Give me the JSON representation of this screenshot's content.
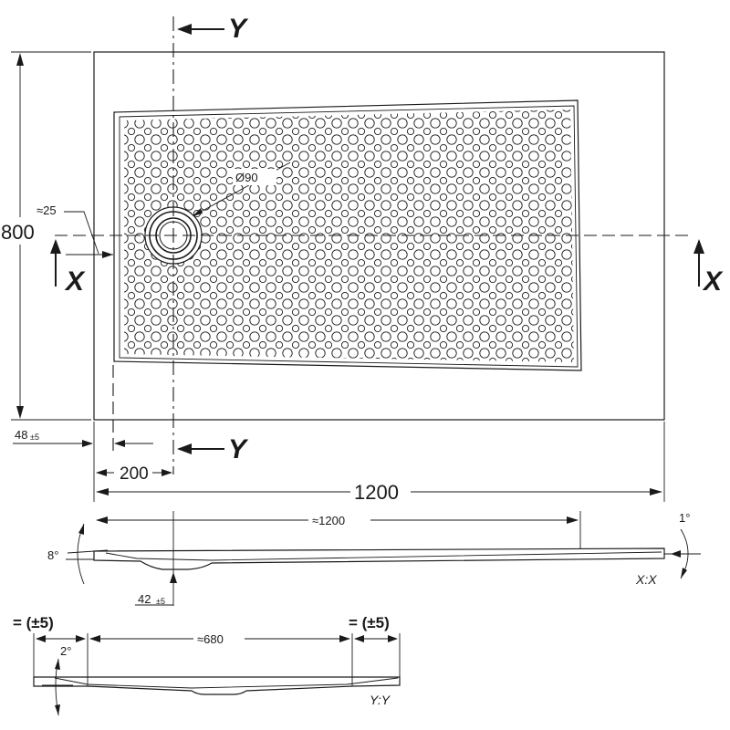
{
  "drawing": {
    "outer_height": "800",
    "outer_width": "1200",
    "edge_offset": "48",
    "edge_offset_tol": "±5",
    "drain_inset": "≈25",
    "drain_center_offset": "200",
    "drain_label": "Ø90",
    "section_markers": {
      "y": "Y",
      "x": "X"
    },
    "section_xx": {
      "length": "≈1200",
      "angle_left": "8°",
      "angle_right": "1°",
      "depth": "42",
      "depth_tol": "±5",
      "caption": "X:X"
    },
    "section_yy": {
      "width": "≈680",
      "angle": "2°",
      "tol_left": "= (±5)",
      "tol_right": "= (±5)",
      "caption": "Y:Y"
    }
  }
}
